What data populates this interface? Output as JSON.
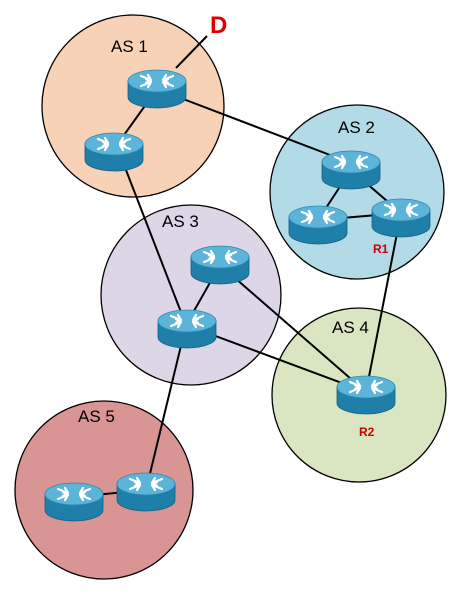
{
  "labels": {
    "destination": "D",
    "as1": "AS 1",
    "as2": "AS 2",
    "as3": "AS 3",
    "as4": "AS 4",
    "as5": "AS 5",
    "r1": "R1",
    "r2": "R2"
  },
  "colors": {
    "as1_fill": "#f8d2b6",
    "as2_fill": "#b3dae7",
    "as3_fill": "#ddd6e7",
    "as4_fill": "#d9e6c1",
    "as5_fill": "#d99594",
    "destination_text": "#e00000",
    "router_label_text": "#cc0000",
    "link_stroke": "#000000",
    "router_body": "#1f7fa8",
    "router_top": "#5cb4d8",
    "router_arrow": "#ffffff"
  },
  "icons": {
    "router": "router-icon"
  }
}
